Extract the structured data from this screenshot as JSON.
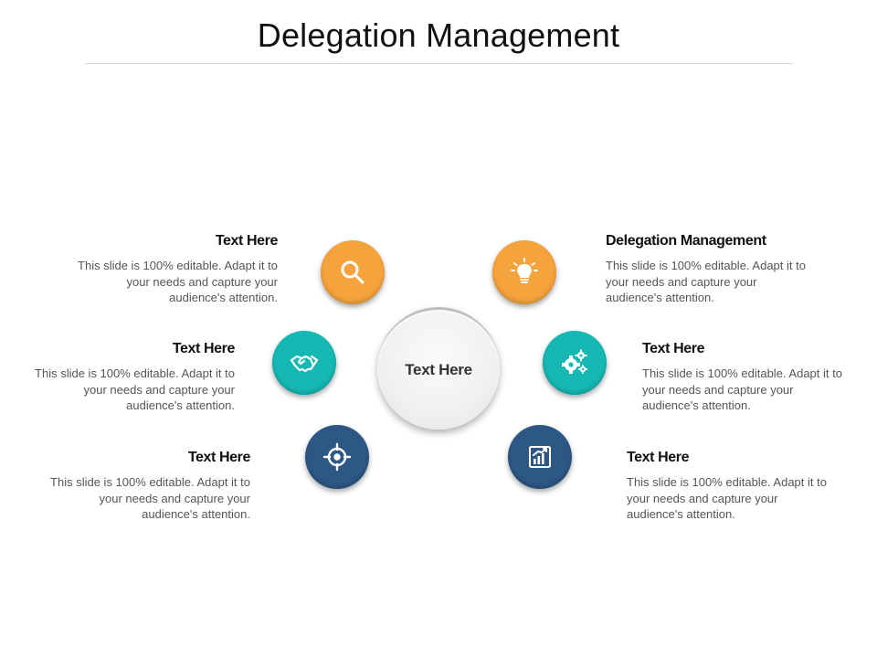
{
  "title": "Delegation Management",
  "hub": {
    "label": "Text Here"
  },
  "colors": {
    "orange": "#F5A33C",
    "teal": "#15B8B3",
    "navy": "#2D5785"
  },
  "items": [
    {
      "heading": "Text Here",
      "text": "This slide is 100% editable. Adapt it to your needs and capture your audience's attention.",
      "icon": "search-icon",
      "color": "orange"
    },
    {
      "heading": "Text Here",
      "text": "This slide is 100% editable. Adapt it to your needs and capture your audience's attention.",
      "icon": "handshake-icon",
      "color": "teal"
    },
    {
      "heading": "Text Here",
      "text": "This slide is 100% editable. Adapt it to your needs and capture your audience's attention.",
      "icon": "target-icon",
      "color": "navy"
    },
    {
      "heading": "Delegation Management",
      "text": "This slide is 100% editable. Adapt it to your needs and capture your audience's attention.",
      "icon": "lightbulb-icon",
      "color": "orange"
    },
    {
      "heading": "Text Here",
      "text": "This slide is 100% editable. Adapt it to your needs and capture your audience's attention.",
      "icon": "gears-icon",
      "color": "teal"
    },
    {
      "heading": "Text Here",
      "text": "This slide is 100% editable. Adapt it to your needs and capture your audience's attention.",
      "icon": "bar-chart-icon",
      "color": "navy"
    }
  ]
}
